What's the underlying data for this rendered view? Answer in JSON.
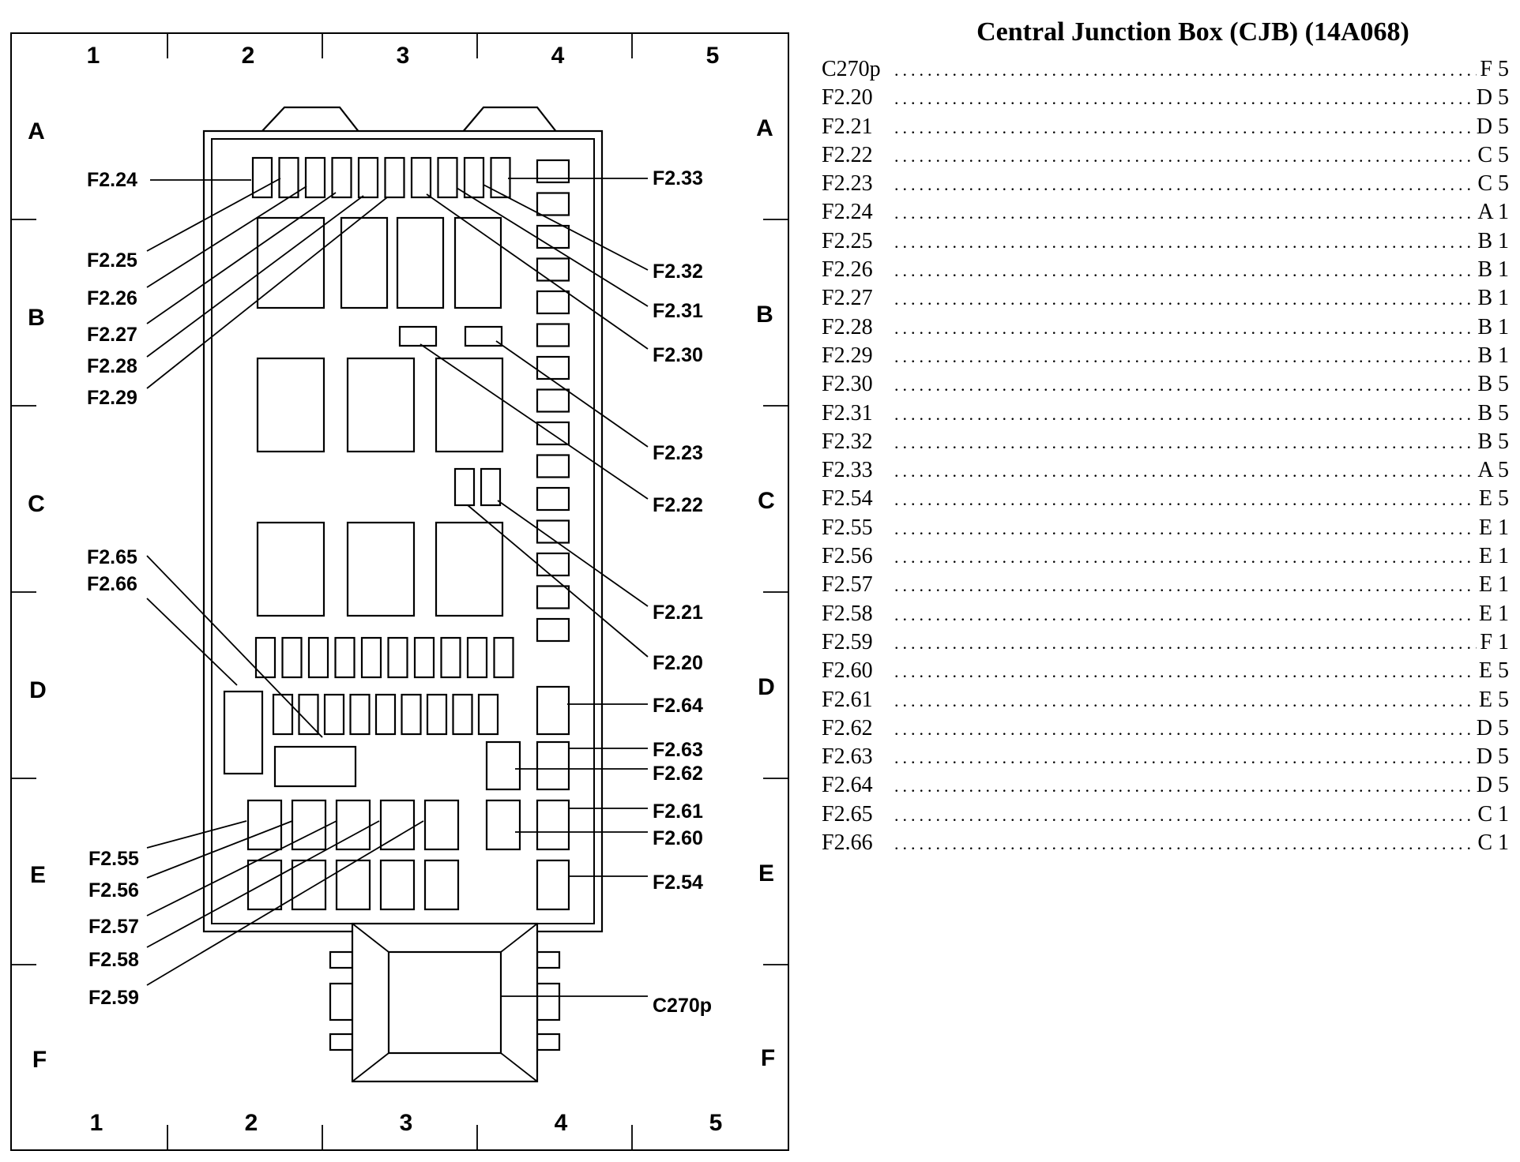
{
  "index": {
    "title": "Central Junction Box (CJB) (14A068)",
    "rows": [
      {
        "component": "C270p",
        "location": "F 5"
      },
      {
        "component": "F2.20",
        "location": "D 5"
      },
      {
        "component": "F2.21",
        "location": "D 5"
      },
      {
        "component": "F2.22",
        "location": "C 5"
      },
      {
        "component": "F2.23",
        "location": "C 5"
      },
      {
        "component": "F2.24",
        "location": "A 1"
      },
      {
        "component": "F2.25",
        "location": "B 1"
      },
      {
        "component": "F2.26",
        "location": "B 1"
      },
      {
        "component": "F2.27",
        "location": "B 1"
      },
      {
        "component": "F2.28",
        "location": "B 1"
      },
      {
        "component": "F2.29",
        "location": "B 1"
      },
      {
        "component": "F2.30",
        "location": "B 5"
      },
      {
        "component": "F2.31",
        "location": "B 5"
      },
      {
        "component": "F2.32",
        "location": "B 5"
      },
      {
        "component": "F2.33",
        "location": "A 5"
      },
      {
        "component": "F2.54",
        "location": "E 5"
      },
      {
        "component": "F2.55",
        "location": "E 1"
      },
      {
        "component": "F2.56",
        "location": "E 1"
      },
      {
        "component": "F2.57",
        "location": "E 1"
      },
      {
        "component": "F2.58",
        "location": "E 1"
      },
      {
        "component": "F2.59",
        "location": "F 1"
      },
      {
        "component": "F2.60",
        "location": "E 5"
      },
      {
        "component": "F2.61",
        "location": "E 5"
      },
      {
        "component": "F2.62",
        "location": "D 5"
      },
      {
        "component": "F2.63",
        "location": "D 5"
      },
      {
        "component": "F2.64",
        "location": "D 5"
      },
      {
        "component": "F2.65",
        "location": "C 1"
      },
      {
        "component": "F2.66",
        "location": "C 1"
      }
    ]
  },
  "grid": {
    "columns": [
      "1",
      "2",
      "3",
      "4",
      "5"
    ],
    "rows": [
      "A",
      "B",
      "C",
      "D",
      "E",
      "F"
    ]
  },
  "callouts": {
    "f2_24": "F2.24",
    "f2_25": "F2.25",
    "f2_26": "F2.26",
    "f2_27": "F2.27",
    "f2_28": "F2.28",
    "f2_29": "F2.29",
    "f2_33": "F2.33",
    "f2_32": "F2.32",
    "f2_31": "F2.31",
    "f2_30": "F2.30",
    "f2_23": "F2.23",
    "f2_22": "F2.22",
    "f2_21": "F2.21",
    "f2_20": "F2.20",
    "f2_65": "F2.65",
    "f2_66": "F2.66",
    "f2_64": "F2.64",
    "f2_63": "F2.63",
    "f2_62": "F2.62",
    "f2_61": "F2.61",
    "f2_60": "F2.60",
    "f2_54": "F2.54",
    "f2_55": "F2.55",
    "f2_56": "F2.56",
    "f2_57": "F2.57",
    "f2_58": "F2.58",
    "f2_59": "F2.59",
    "c270p": "C270p"
  }
}
